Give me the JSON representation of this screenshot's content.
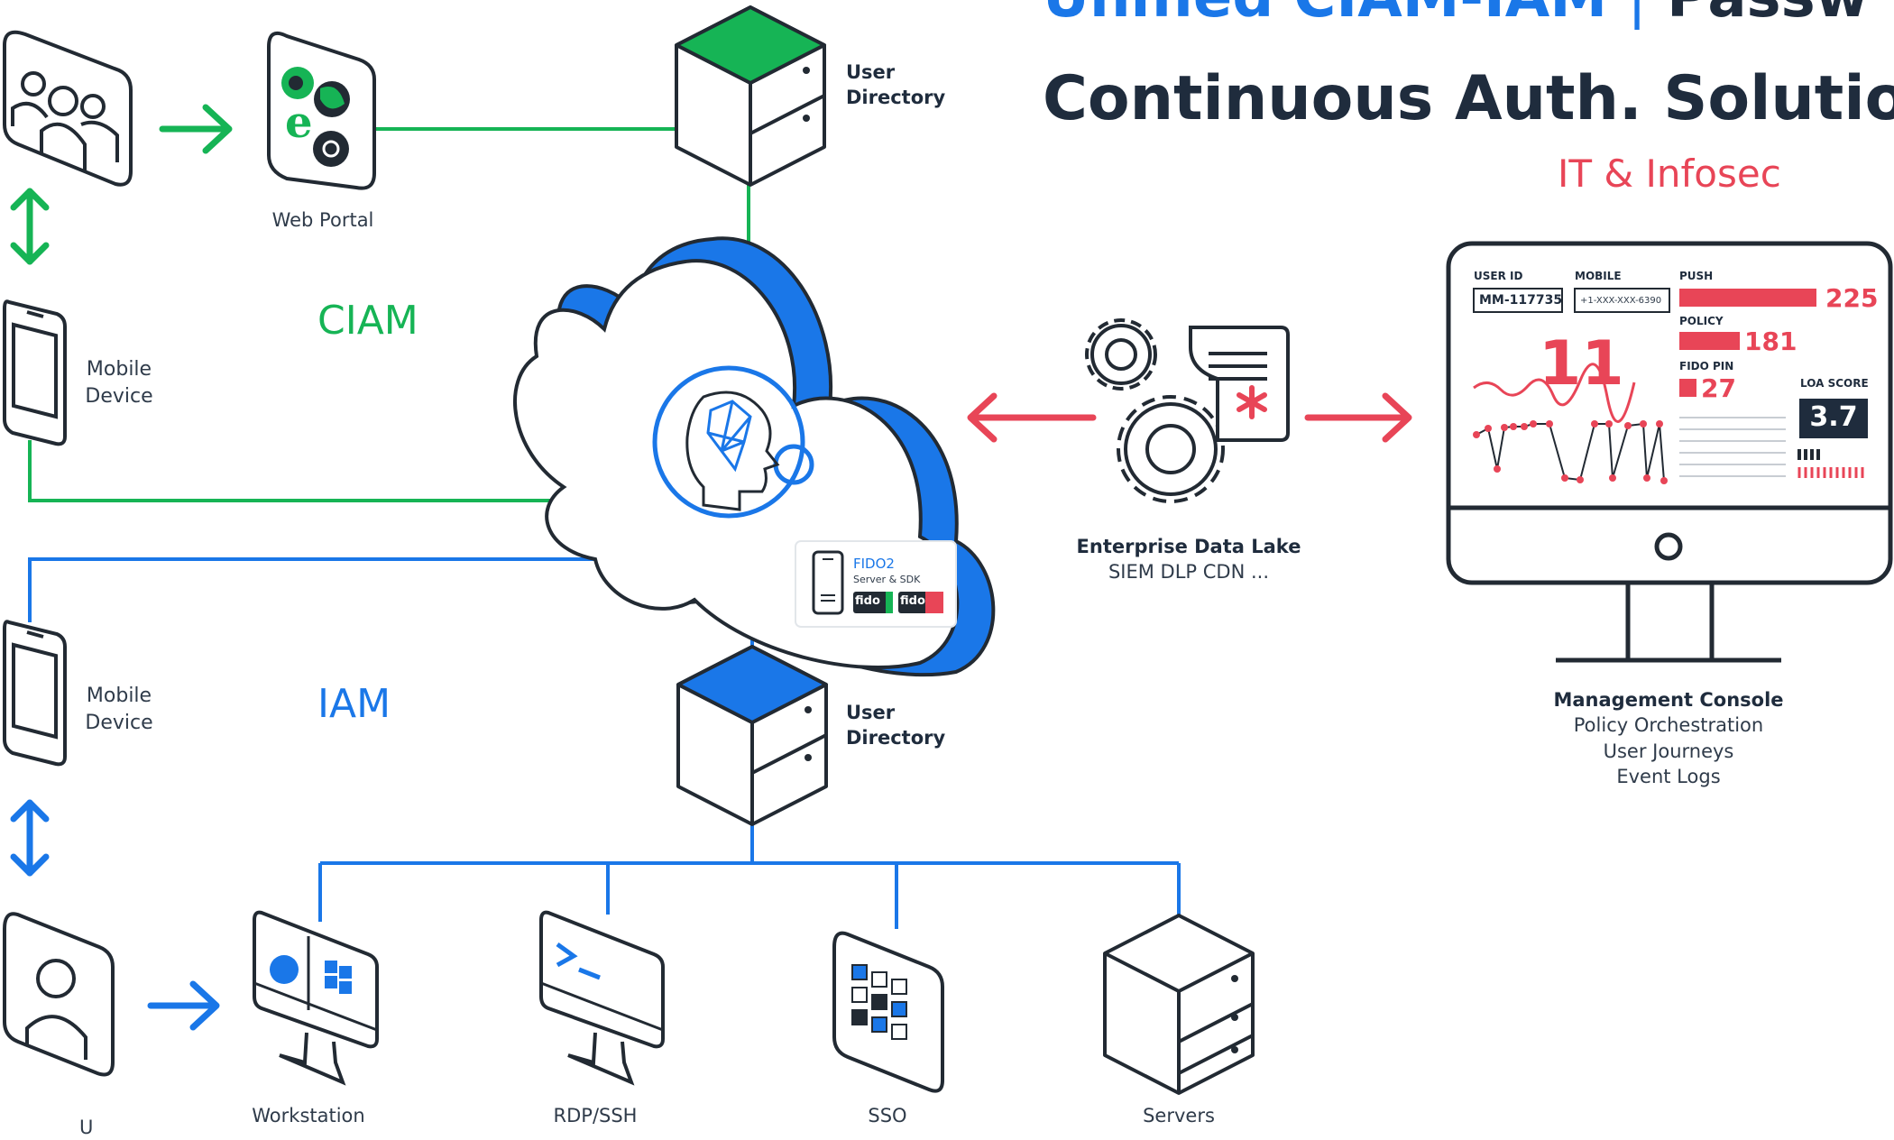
{
  "title": {
    "line1_blue": "Unified CIAM-IAM",
    "separator": "|",
    "line1_dark": "Passw",
    "line2": "Continuous Auth. Solution",
    "audience": "IT & Infosec"
  },
  "sections": {
    "ciam": "CIAM",
    "iam": "IAM"
  },
  "nodes": {
    "web_portal": "Web Portal",
    "mobile_device_ciam": [
      "Mobile",
      "Device"
    ],
    "mobile_device_iam": [
      "Mobile",
      "Device"
    ],
    "user_directory_top": [
      "User",
      "Directory"
    ],
    "user_directory_bottom": [
      "User",
      "Directory"
    ],
    "fido": {
      "title": "FIDO2",
      "subtitle": "Server & SDK",
      "badge": "fido"
    },
    "data_lake": {
      "title": "Enterprise Data Lake",
      "subtitle": "SIEM DLP CDN ..."
    },
    "management_console": {
      "title": "Management Console",
      "items": [
        "Policy Orchestration",
        "User Journeys",
        "Event Logs"
      ]
    },
    "workstation": "Workstation",
    "rdp_ssh": "RDP/SSH",
    "sso": "SSO",
    "servers": "Servers",
    "users_partial": "U"
  },
  "dashboard": {
    "user_id_label": "USER ID",
    "user_id": "MM-117735",
    "mobile_label": "MOBILE",
    "mobile": "+1-XXX-XXX-6390",
    "push_label": "PUSH",
    "push_value": "225",
    "push_fill": 0.8,
    "policy_label": "POLICY",
    "policy_value": "181",
    "policy_fill": 0.35,
    "fido_pin_label": "FIDO PIN",
    "fido_pin_value": "27",
    "fido_pin_fill": 0.1,
    "big_number": "11",
    "loa_label": "LOA SCORE",
    "loa_value": "3.7"
  },
  "colors": {
    "green": "#16b455",
    "blue": "#1a77e8",
    "red": "#e84557",
    "navy": "#1f2c3d",
    "outline": "#222a33"
  },
  "icons": [
    "people-icon",
    "browser-apps-icon",
    "phone-icon",
    "server-cube-icon",
    "ai-head-icon",
    "gears-icon",
    "document-icon",
    "monitor-icon",
    "person-icon",
    "terminal-icon",
    "sso-grid-icon",
    "arrow-icon"
  ]
}
